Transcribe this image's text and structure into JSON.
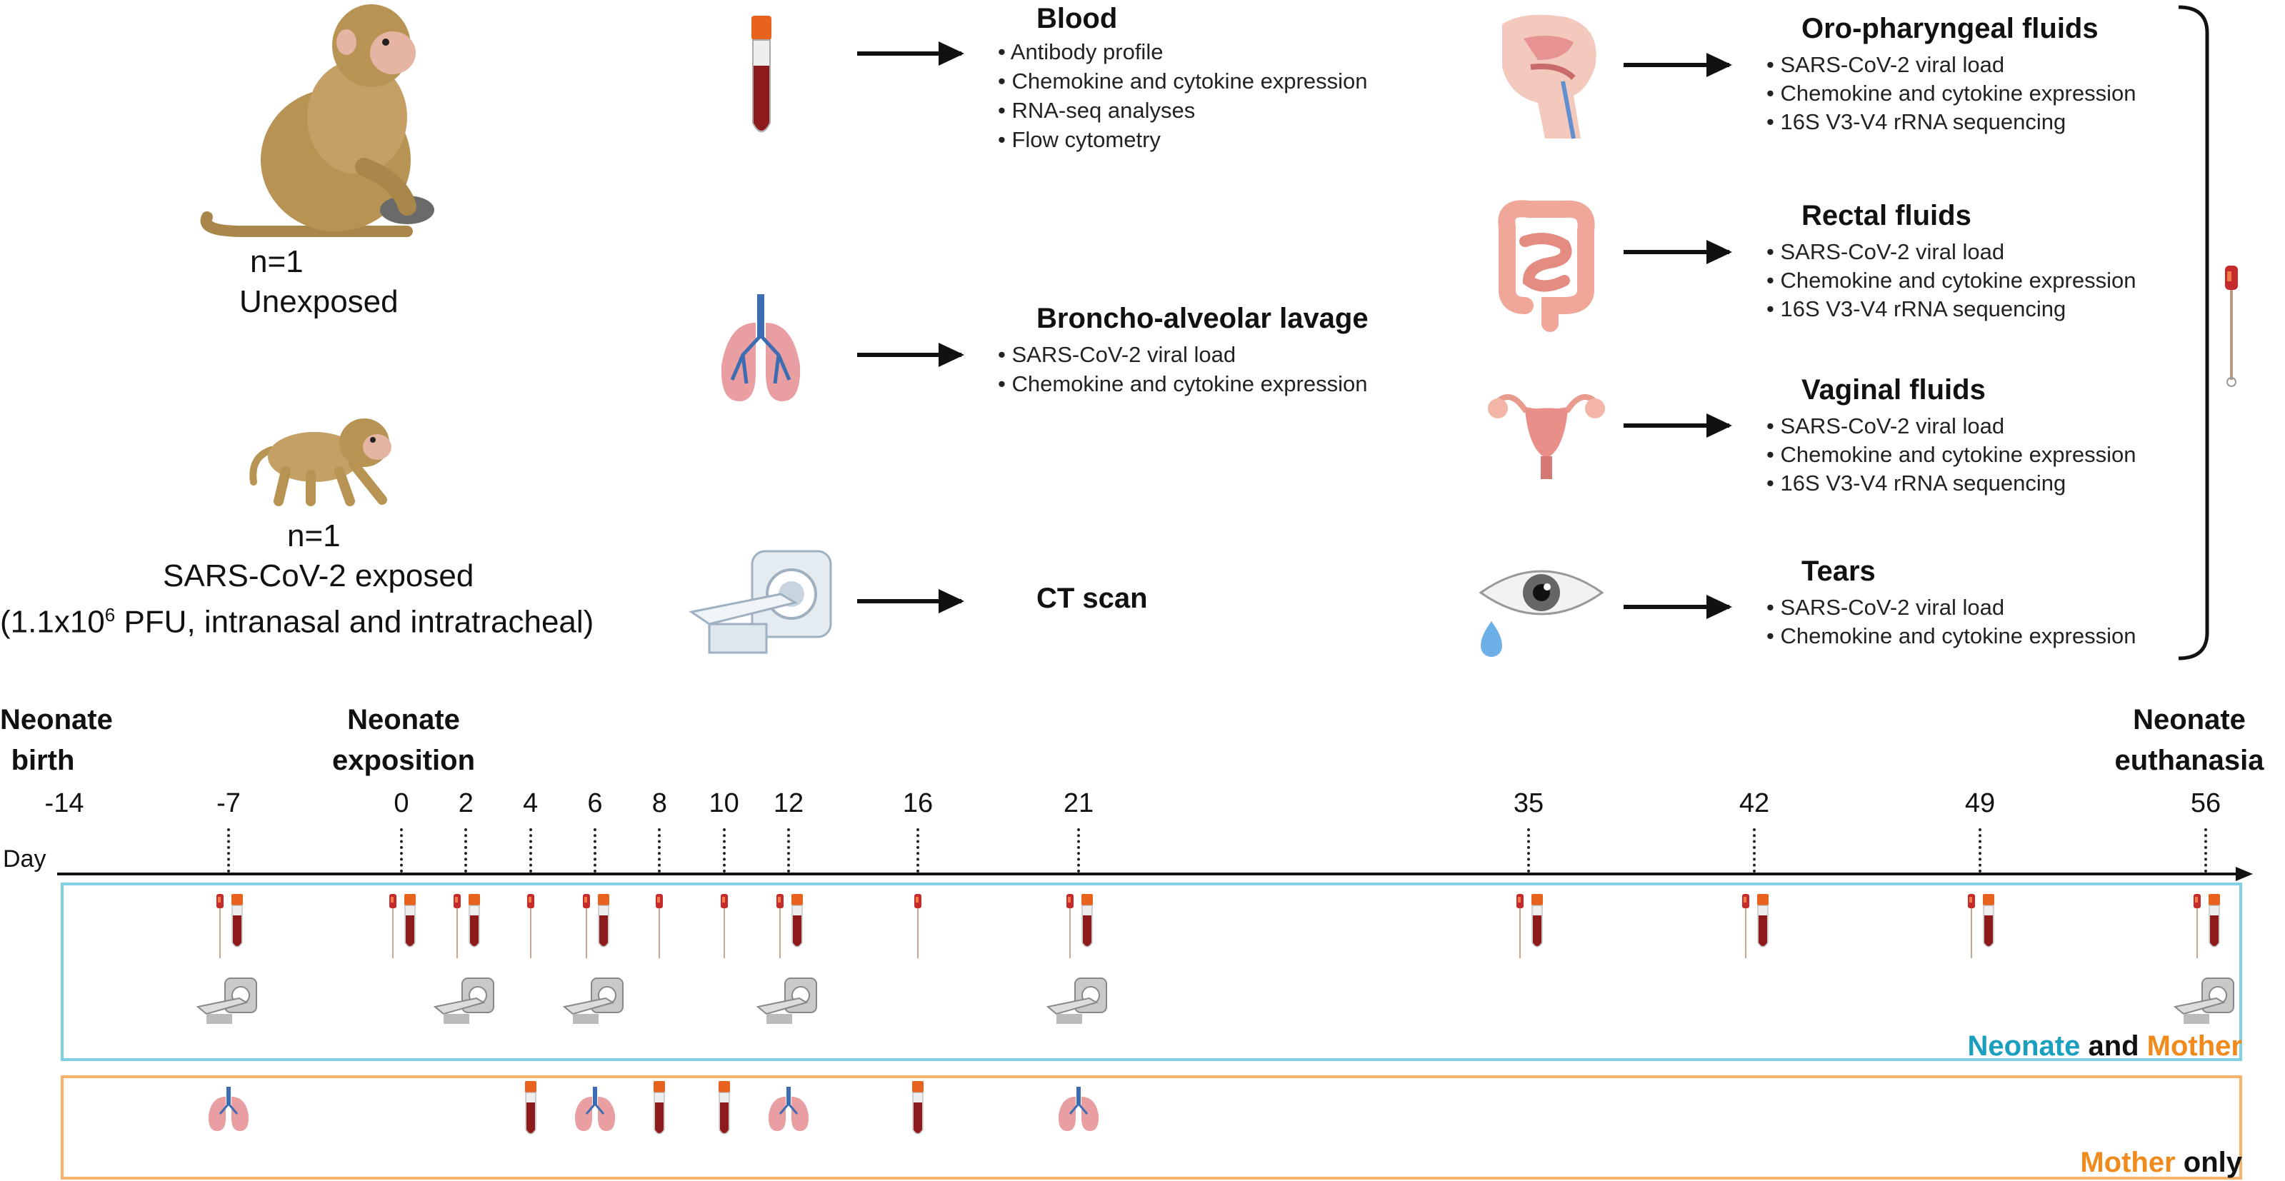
{
  "subjects": [
    {
      "count": "n=1",
      "label": "Unexposed"
    },
    {
      "count": "n=1",
      "label": "SARS-CoV-2 exposed",
      "dose_prefix": "(1.1x10",
      "dose_exp": "6",
      "dose_suffix": " PFU, intranasal and intratracheal)"
    }
  ],
  "samples_left": [
    {
      "title": "Blood",
      "items": [
        "Antibody profile",
        "Chemokine and cytokine expression",
        "RNA-seq analyses",
        "Flow cytometry"
      ]
    },
    {
      "title": "Broncho-alveolar lavage",
      "items": [
        "SARS-CoV-2 viral load",
        "Chemokine and cytokine expression"
      ]
    },
    {
      "title": "CT scan",
      "items": []
    }
  ],
  "samples_right": [
    {
      "title": "Oro-pharyngeal fluids",
      "items": [
        "SARS-CoV-2 viral load",
        "Chemokine and cytokine expression",
        "16S V3-V4 rRNA sequencing"
      ]
    },
    {
      "title": "Rectal fluids",
      "items": [
        "SARS-CoV-2 viral load",
        "Chemokine and cytokine expression",
        "16S V3-V4 rRNA sequencing"
      ]
    },
    {
      "title": "Vaginal fluids",
      "items": [
        "SARS-CoV-2 viral load",
        "Chemokine and cytokine expression",
        "16S V3-V4 rRNA sequencing"
      ]
    },
    {
      "title": "Tears",
      "items": [
        "SARS-CoV-2 viral load",
        "Chemokine and cytokine expression"
      ]
    }
  ],
  "bullet": "•",
  "timeline": {
    "axis_label": "Day",
    "events": [
      {
        "line1": "Neonate",
        "line2": "birth"
      },
      {
        "line1": "Neonate",
        "line2": "exposition"
      },
      {
        "line1": "Neonate",
        "line2": "euthanasia"
      }
    ],
    "days": [
      -14,
      -7,
      0,
      2,
      4,
      6,
      8,
      10,
      12,
      16,
      21,
      35,
      42,
      49,
      56
    ],
    "tick_labels": [
      "-14",
      "-7",
      "0",
      "2",
      "4",
      "6",
      "8",
      "10",
      "12",
      "16",
      "21",
      "35",
      "42",
      "49",
      "56"
    ],
    "neonate_mother_swab_tube_days": [
      -7,
      0,
      2,
      6,
      12,
      21,
      35,
      42,
      49,
      56
    ],
    "neonate_mother_swab_only_days": [
      4,
      8,
      10,
      16
    ],
    "neonate_mother_ct_days": [
      -7,
      2,
      6,
      12,
      21,
      56
    ],
    "mother_only_bal_days": [
      -7,
      6,
      12,
      21
    ],
    "mother_only_tube_days": [
      4,
      8,
      10,
      16
    ]
  },
  "legend": {
    "both": {
      "part1": "Neonate",
      "part2": " and ",
      "part3": "Mother"
    },
    "mother": {
      "part1": "Mother",
      "part2": " only"
    }
  },
  "colors": {
    "neonate_teal": "#1a9fbf",
    "mother_orange": "#f08a1c",
    "box_teal": "#7fd0e3",
    "box_orange": "#f5b26a"
  }
}
